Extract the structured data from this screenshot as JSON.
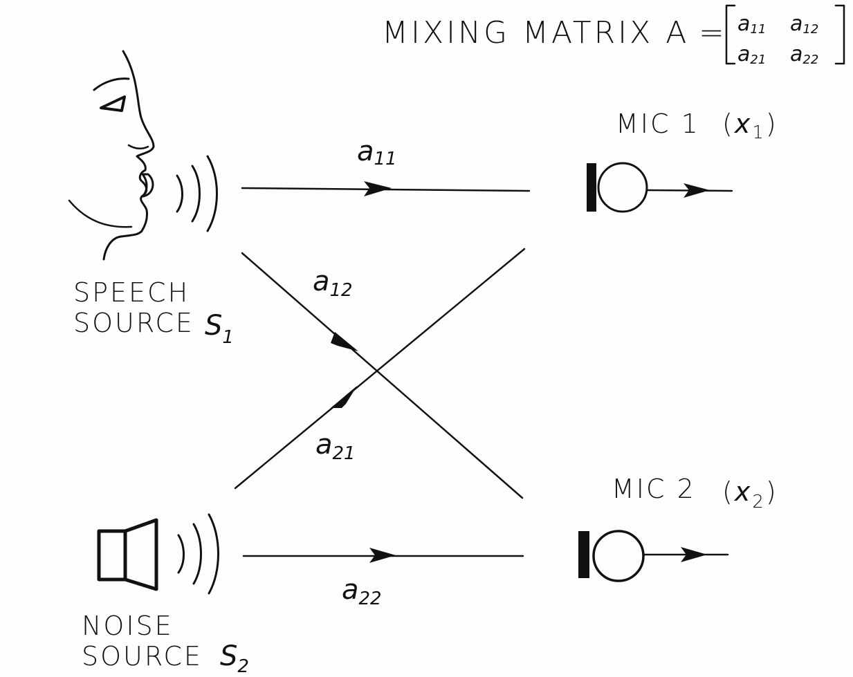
{
  "title": {
    "prefix": "MIXING MATRIX A",
    "equals": "=",
    "matrix": {
      "a11": {
        "base": "a",
        "sub": "11"
      },
      "a12": {
        "base": "a",
        "sub": "12"
      },
      "a21": {
        "base": "a",
        "sub": "21"
      },
      "a22": {
        "base": "a",
        "sub": "22"
      }
    }
  },
  "sources": {
    "speech": {
      "line1": "SPEECH",
      "line2": "SOURCE",
      "symbol": "S",
      "sub": "1",
      "icon": "face-speaking-icon"
    },
    "noise": {
      "line1": "NOISE",
      "line2": "SOURCE",
      "symbol": "S",
      "sub": "2",
      "icon": "loudspeaker-icon"
    }
  },
  "mics": {
    "mic1": {
      "label": "MIC 1",
      "signal": "x",
      "sub": "1",
      "icon": "microphone-icon"
    },
    "mic2": {
      "label": "MIC 2",
      "signal": "x",
      "sub": "2",
      "icon": "microphone-icon"
    }
  },
  "paths": {
    "a11": {
      "base": "a",
      "sub": "11"
    },
    "a12": {
      "base": "a",
      "sub": "12"
    },
    "a21": {
      "base": "a",
      "sub": "21"
    },
    "a22": {
      "base": "a",
      "sub": "22"
    }
  }
}
